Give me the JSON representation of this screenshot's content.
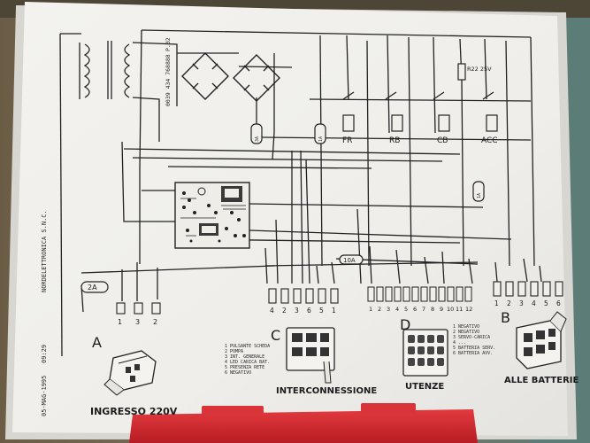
{
  "diagram": {
    "vertical_text": {
      "company": "NORDELETTRONICA S.N.C.",
      "date": "05-MAG-1995",
      "time": "09:29",
      "phone": "0039 434 768888",
      "page": "P.02"
    },
    "relays": [
      "FR",
      "RB",
      "CB",
      "ACC"
    ],
    "resistor_label": "R22 25V",
    "fuses": [
      "2A",
      "10A"
    ],
    "fuse_small": [
      "3A",
      "1A",
      "1A"
    ],
    "connectors": {
      "A": {
        "letter": "A",
        "title": "INGRESSO 220V",
        "pins": [
          "1",
          "3",
          "2"
        ]
      },
      "C": {
        "letter": "C",
        "title": "INTERCONNESSIONE",
        "pins": [
          "4",
          "2",
          "3",
          "6",
          "5",
          "1"
        ],
        "legend": [
          "1 PULSANTE SCHEDA",
          "2 POMPA",
          "3 INT. GENERALE",
          "4 LED CARICA BAT.",
          "5 PRESENZA RETE",
          "6 NEGATIVO"
        ]
      },
      "D": {
        "letter": "D",
        "title": "UTENZE",
        "pins": [
          "1",
          "2",
          "3",
          "4",
          "5",
          "6",
          "7",
          "8",
          "9",
          "10",
          "11",
          "12"
        ],
        "legend": [
          "1 NEGATIVO",
          "2 NEGATIVO",
          "3 SERVO-CARICA",
          "4 ...",
          "5 BATTERIA SERV.",
          "6 BATTERIA AVV."
        ]
      },
      "B": {
        "letter": "B",
        "title": "ALLE BATTERIE",
        "pins": [
          "1",
          "2",
          "3",
          "4",
          "5",
          "6"
        ]
      }
    }
  }
}
